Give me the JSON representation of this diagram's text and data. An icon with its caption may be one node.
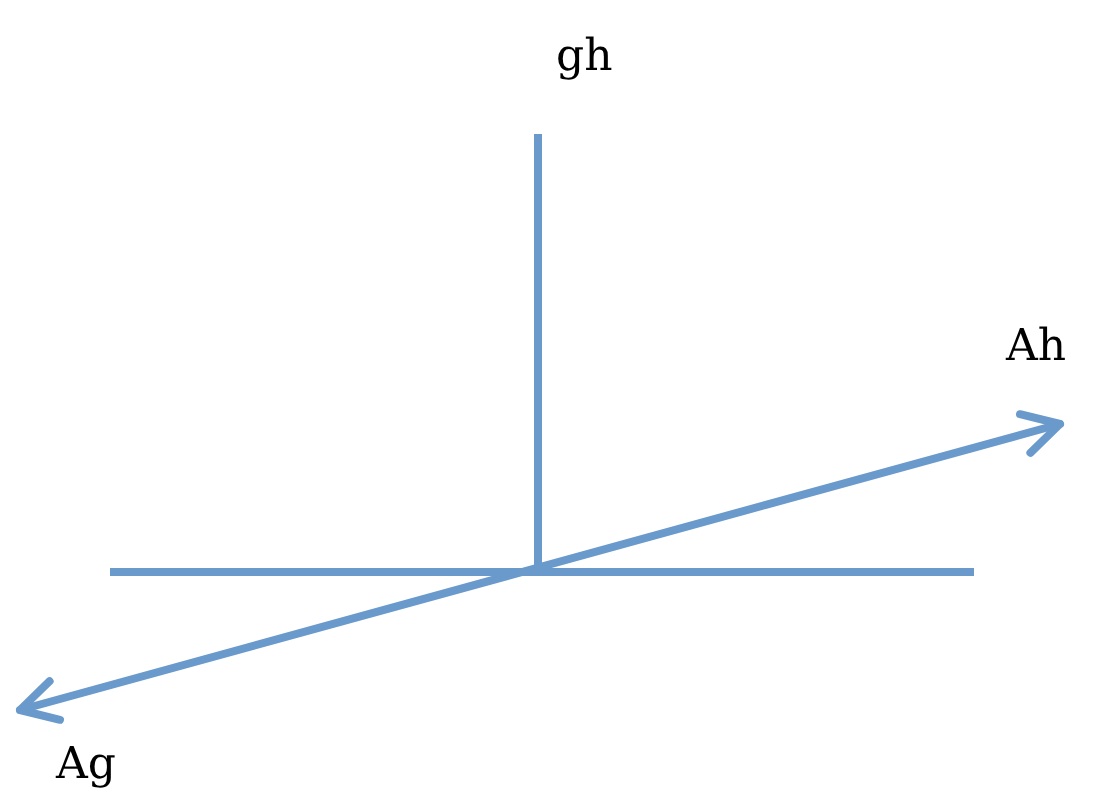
{
  "diagram": {
    "labels": [
      "gh",
      "Ah",
      "Ag"
    ]
  }
}
